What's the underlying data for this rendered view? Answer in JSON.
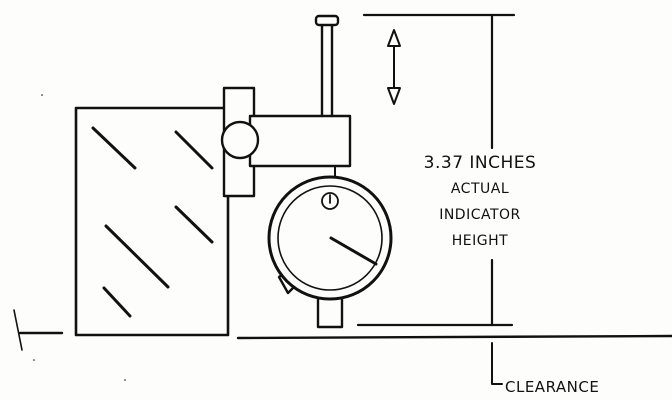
{
  "annotations": {
    "height_value": "3.37 INCHES",
    "height_desc": [
      "ACTUAL",
      "INDICATOR",
      "HEIGHT"
    ],
    "clearance": "CLEARANCE"
  },
  "colors": {
    "ink": "#111111",
    "paper": "#fdfdfb"
  }
}
